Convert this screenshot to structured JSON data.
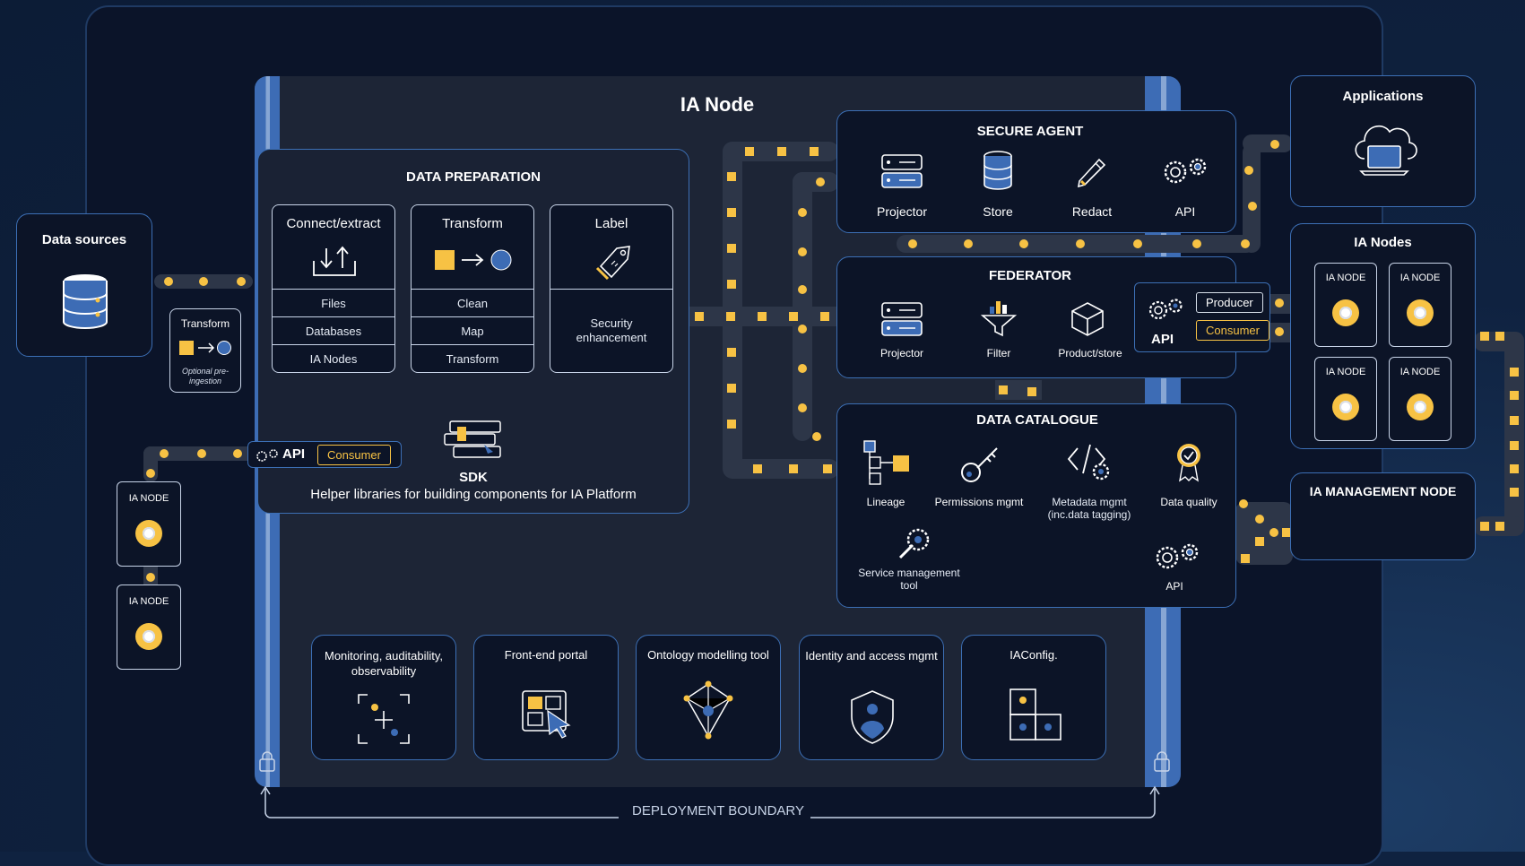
{
  "diagram": {
    "node_title": "IA Node",
    "deployment_boundary": "DEPLOYMENT BOUNDARY",
    "data_sources": {
      "title": "Data sources"
    },
    "pre_transform": {
      "title": "Transform",
      "caption": "Optional pre-ingestion"
    },
    "data_preparation": {
      "title": "DATA PREPARATION",
      "connect": {
        "title": "Connect/extract",
        "items": [
          "Files",
          "Databases",
          "IA Nodes"
        ]
      },
      "transform": {
        "title": "Transform",
        "items": [
          "Clean",
          "Map",
          "Transform"
        ]
      },
      "label": {
        "title": "Label",
        "caption": "Security enhancement"
      },
      "sdk": {
        "title": "SDK",
        "caption": "Helper libraries for building components for IA Platform"
      },
      "api": {
        "label": "API",
        "consumer": "Consumer"
      }
    },
    "secure_agent": {
      "title": "SECURE AGENT",
      "items": [
        "Projector",
        "Store",
        "Redact",
        "API"
      ]
    },
    "federator": {
      "title": "FEDERATOR",
      "items": [
        "Projector",
        "Filter",
        "Product/store"
      ],
      "api": "API",
      "producer": "Producer",
      "consumer": "Consumer"
    },
    "data_catalogue": {
      "title": "DATA CATALOGUE",
      "items": [
        "Lineage",
        "Permissions mgmt",
        "Metadata mgmt (inc.data tagging)",
        "Data quality"
      ],
      "service_tool": "Service management tool",
      "api": "API"
    },
    "tools": [
      "Monitoring, auditability, observability",
      "Front-end portal",
      "Ontology modelling tool",
      "Identity and access mgmt",
      "IAConfig."
    ],
    "left_nodes": [
      "IA NODE",
      "IA NODE"
    ],
    "applications": {
      "title": "Applications"
    },
    "ia_nodes": {
      "title": "IA Nodes",
      "items": [
        "IA NODE",
        "IA NODE",
        "IA NODE",
        "IA NODE"
      ]
    },
    "management_node": {
      "title": "IA MANAGEMENT NODE"
    },
    "colors": {
      "accent": "#f7c244",
      "blue": "#3d6cb5",
      "panel": "#0c1427",
      "background": "#0f2240"
    }
  }
}
